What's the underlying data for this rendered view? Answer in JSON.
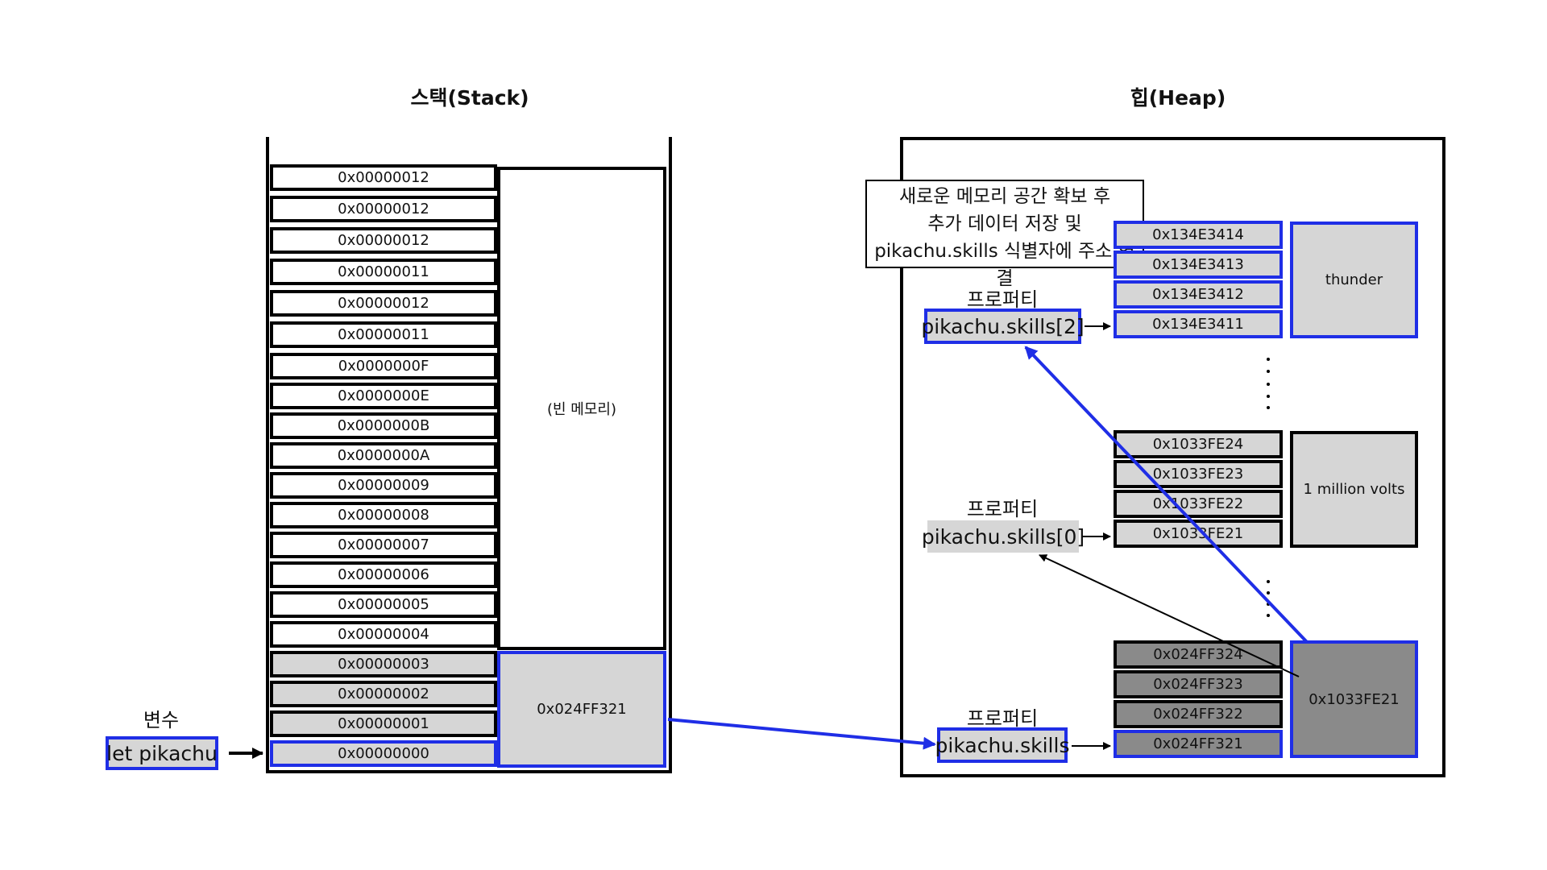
{
  "stack": {
    "title": "스택(Stack)",
    "cells": [
      "0x00000012",
      "0x00000012",
      "0x00000012",
      "0x00000011",
      "0x00000012",
      "0x00000011",
      "0x0000000F",
      "0x0000000E",
      "0x0000000B",
      "0x0000000A",
      "0x00000009",
      "0x00000008",
      "0x00000007",
      "0x00000006",
      "0x00000005",
      "0x00000004",
      "0x00000003",
      "0x00000002",
      "0x00000001",
      "0x00000000"
    ],
    "empty_label": "(빈 메모리)",
    "value_label": "0x024FF321"
  },
  "variable": {
    "heading": "변수",
    "name": "let pikachu"
  },
  "heap": {
    "title": "힙(Heap)",
    "callout": "새로운 메모리 공간 확보 후\n추가 데이터 저장 및\npikachu.skills 식별자에 주소 연결",
    "groups": [
      {
        "property_heading": "프로퍼티",
        "property_name": "pikachu.skills[2]",
        "addresses": [
          "0x134E3414",
          "0x134E3413",
          "0x134E3412",
          "0x134E3411"
        ],
        "value": "thunder"
      },
      {
        "property_heading": "프로퍼티",
        "property_name": "pikachu.skills[0]",
        "addresses": [
          "0x1033FE24",
          "0x1033FE23",
          "0x1033FE22",
          "0x1033FE21"
        ],
        "value": "1 million volts"
      },
      {
        "property_heading": "프로퍼티",
        "property_name": "pikachu.skills",
        "addresses": [
          "0x024FF324",
          "0x024FF323",
          "0x024FF322",
          "0x024FF321"
        ],
        "value": "0x1033FE21"
      }
    ]
  },
  "colors": {
    "accent_blue": "#1f2ee6",
    "cell_gray": "#d6d6d6",
    "cell_dark": "#8a8a8a"
  }
}
